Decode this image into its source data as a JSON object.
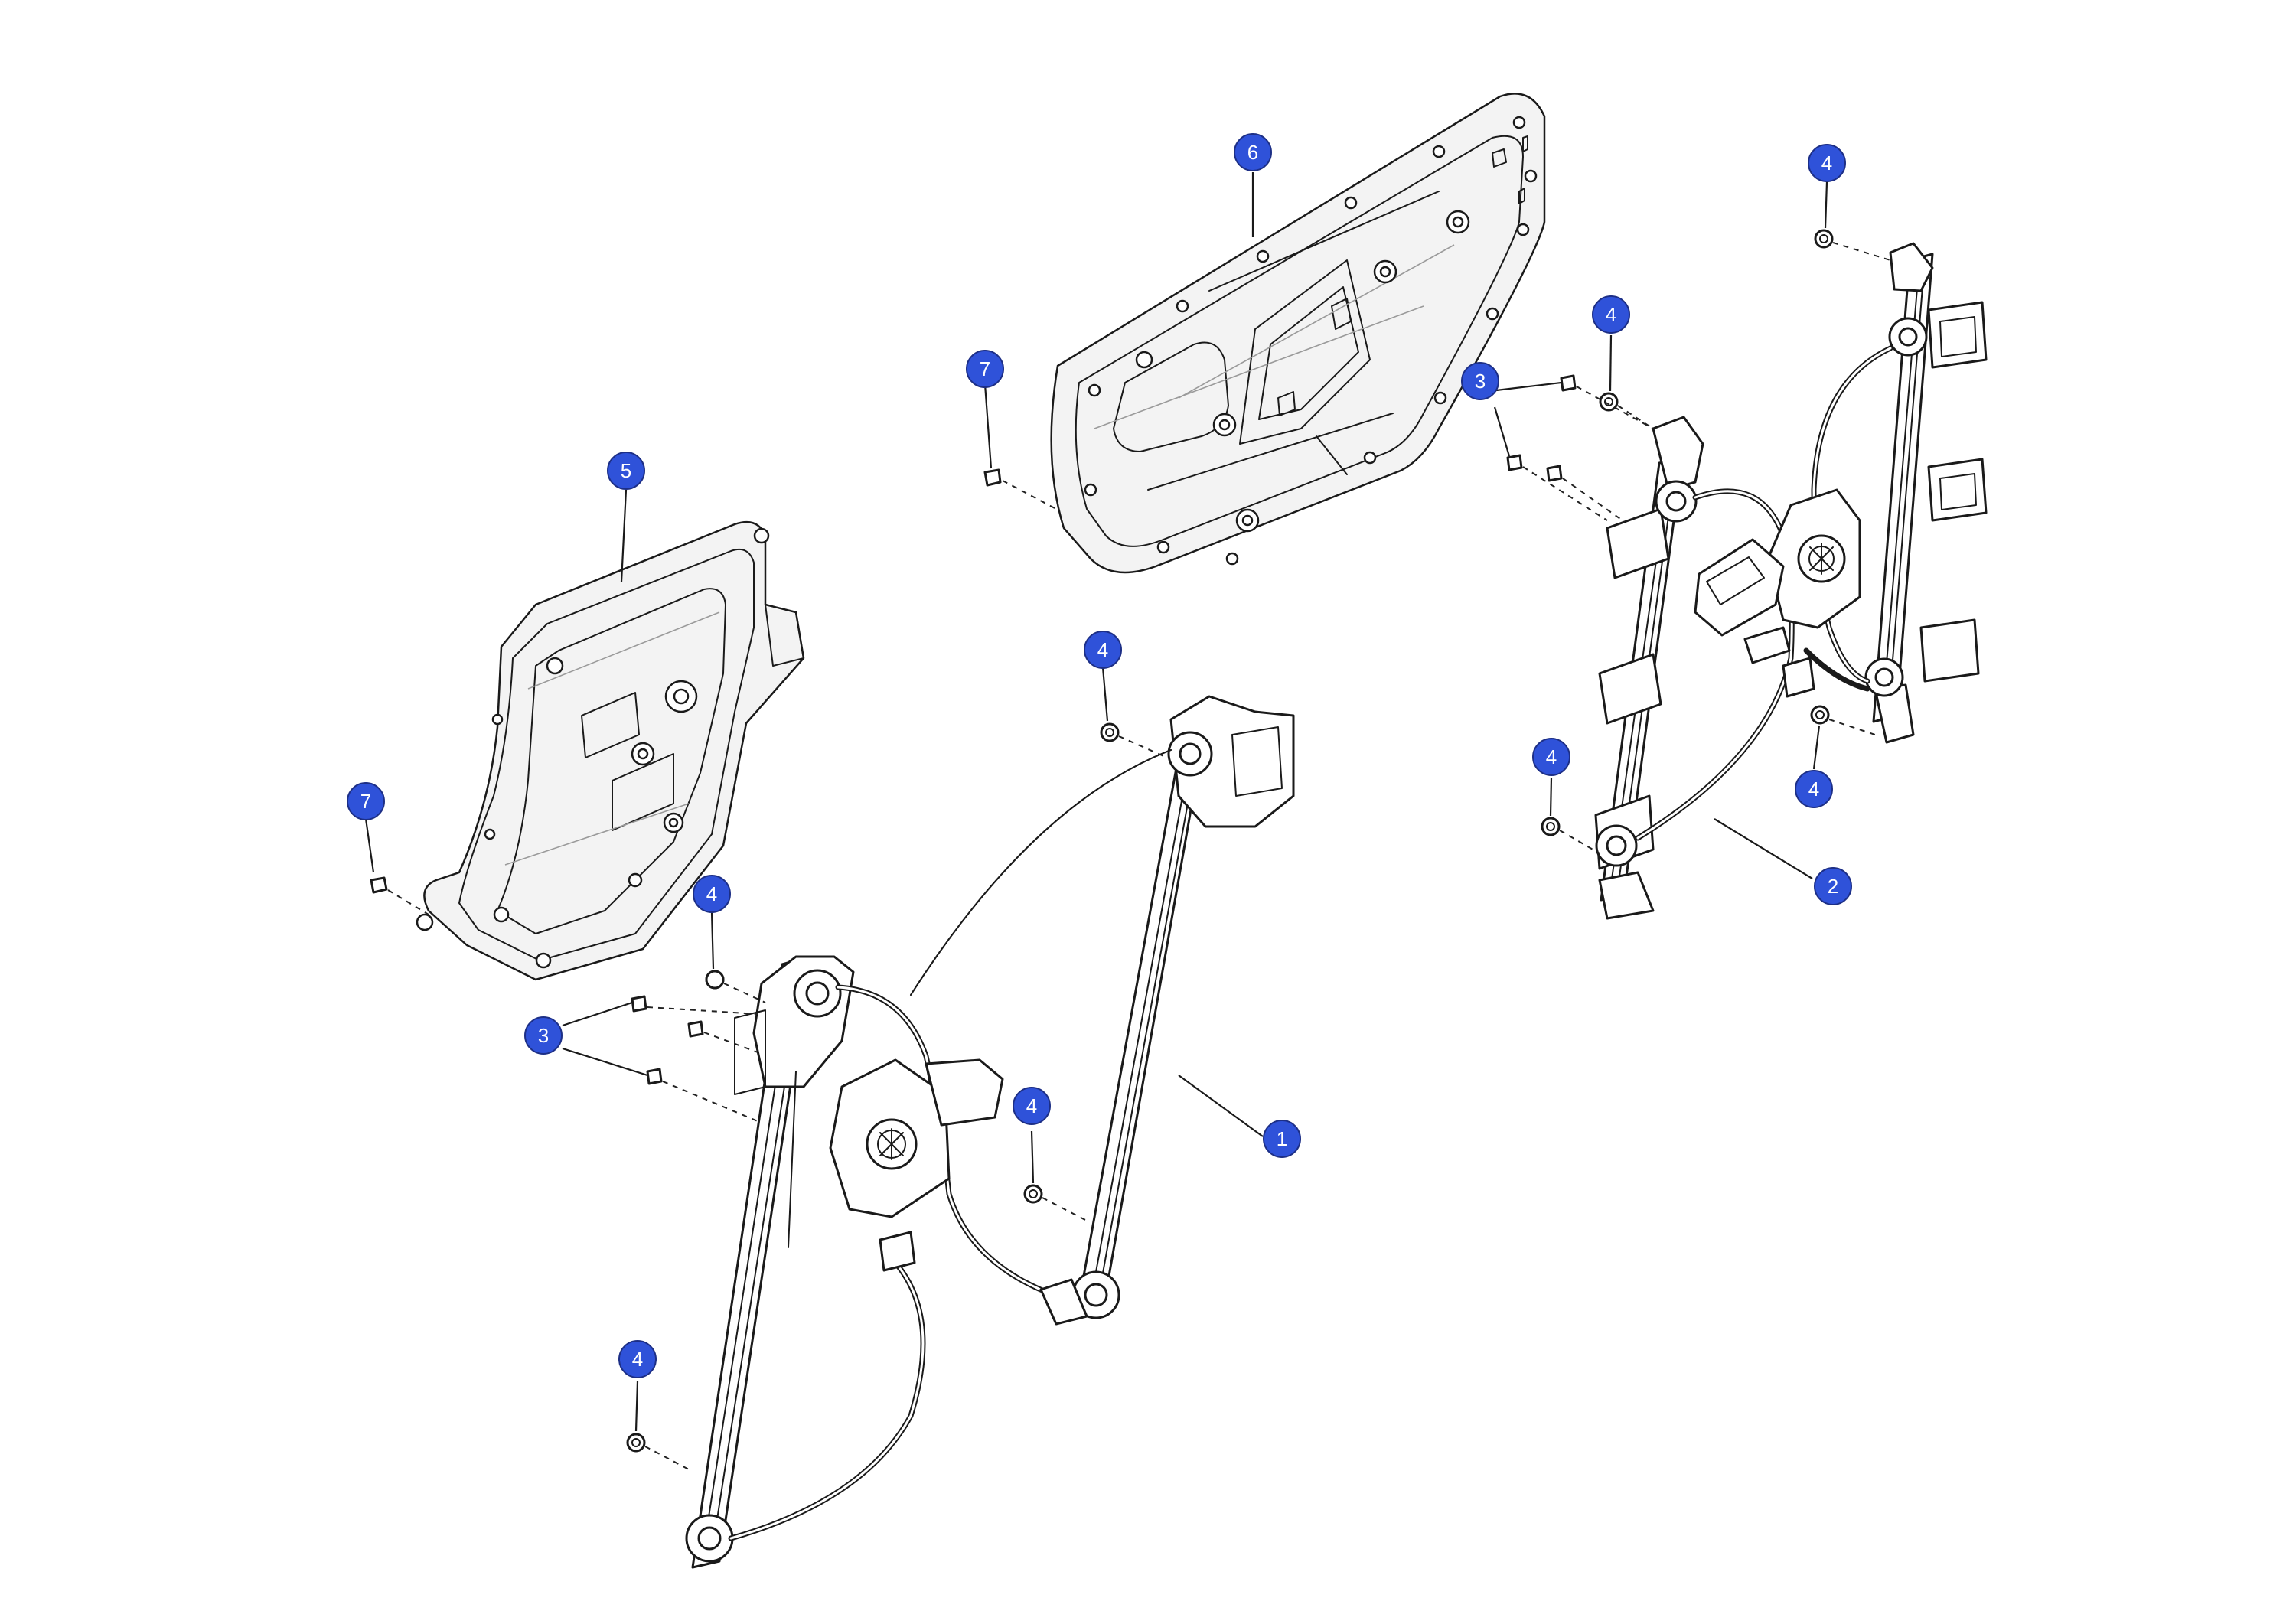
{
  "callouts": [
    {
      "id": "c6",
      "label": "6"
    },
    {
      "id": "c7a",
      "label": "7"
    },
    {
      "id": "c5",
      "label": "5"
    },
    {
      "id": "c7b",
      "label": "7"
    },
    {
      "id": "c4a",
      "label": "4"
    },
    {
      "id": "c4b",
      "label": "4"
    },
    {
      "id": "c3a",
      "label": "3"
    },
    {
      "id": "c4c",
      "label": "4"
    },
    {
      "id": "c4d",
      "label": "4"
    },
    {
      "id": "c1",
      "label": "1"
    },
    {
      "id": "c4e",
      "label": "4"
    },
    {
      "id": "c4f",
      "label": "4"
    },
    {
      "id": "c3b",
      "label": "3"
    },
    {
      "id": "c4g",
      "label": "4"
    },
    {
      "id": "c4h",
      "label": "4"
    },
    {
      "id": "c2",
      "label": "2"
    }
  ]
}
